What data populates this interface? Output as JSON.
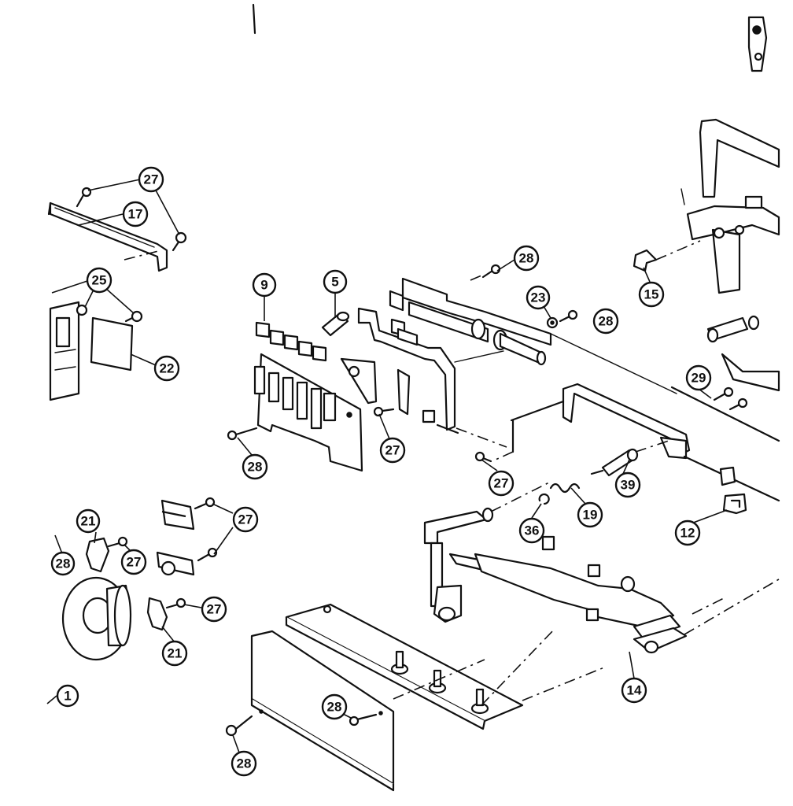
{
  "callouts": [
    {
      "id": "c27a",
      "label": "27"
    },
    {
      "id": "c17",
      "label": "17"
    },
    {
      "id": "c25",
      "label": "25"
    },
    {
      "id": "c22",
      "label": "22"
    },
    {
      "id": "c9",
      "label": "9"
    },
    {
      "id": "c5",
      "label": "5"
    },
    {
      "id": "c28a",
      "label": "28"
    },
    {
      "id": "c23",
      "label": "23"
    },
    {
      "id": "c28b",
      "label": "28"
    },
    {
      "id": "c15",
      "label": "15"
    },
    {
      "id": "c29",
      "label": "29"
    },
    {
      "id": "c27b",
      "label": "27"
    },
    {
      "id": "c28c",
      "label": "28"
    },
    {
      "id": "c27c",
      "label": "27"
    },
    {
      "id": "c39",
      "label": "39"
    },
    {
      "id": "c19",
      "label": "19"
    },
    {
      "id": "c36",
      "label": "36"
    },
    {
      "id": "c12",
      "label": "12"
    },
    {
      "id": "c27d",
      "label": "27"
    },
    {
      "id": "c21a",
      "label": "21"
    },
    {
      "id": "c28d",
      "label": "28"
    },
    {
      "id": "c27e",
      "label": "27"
    },
    {
      "id": "c27f",
      "label": "27"
    },
    {
      "id": "c21b",
      "label": "21"
    },
    {
      "id": "c1",
      "label": "1"
    },
    {
      "id": "c14",
      "label": "14"
    },
    {
      "id": "c28e",
      "label": "28"
    },
    {
      "id": "c28f",
      "label": "28"
    }
  ]
}
